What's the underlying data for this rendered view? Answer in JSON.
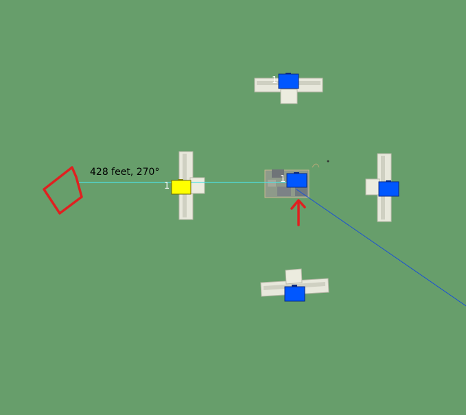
{
  "measurement": {
    "label": "428 feet, 270°"
  },
  "units": [
    {
      "id": "north",
      "number": "1",
      "color": "#0057ff"
    },
    {
      "id": "west",
      "number": "1",
      "color": "#ffff00"
    },
    {
      "id": "center",
      "number": "1",
      "color": "#0057ff"
    },
    {
      "id": "east",
      "number": "",
      "color": "#0057ff"
    },
    {
      "id": "south",
      "number": "",
      "color": "#0057ff"
    }
  ],
  "colors": {
    "terrain": "#679e6b",
    "friendly": "#0057ff",
    "selected": "#ffff00",
    "measure_line": "#4fe0e0",
    "heading_line": "#1a4fd6",
    "annotation": "#e02020"
  }
}
